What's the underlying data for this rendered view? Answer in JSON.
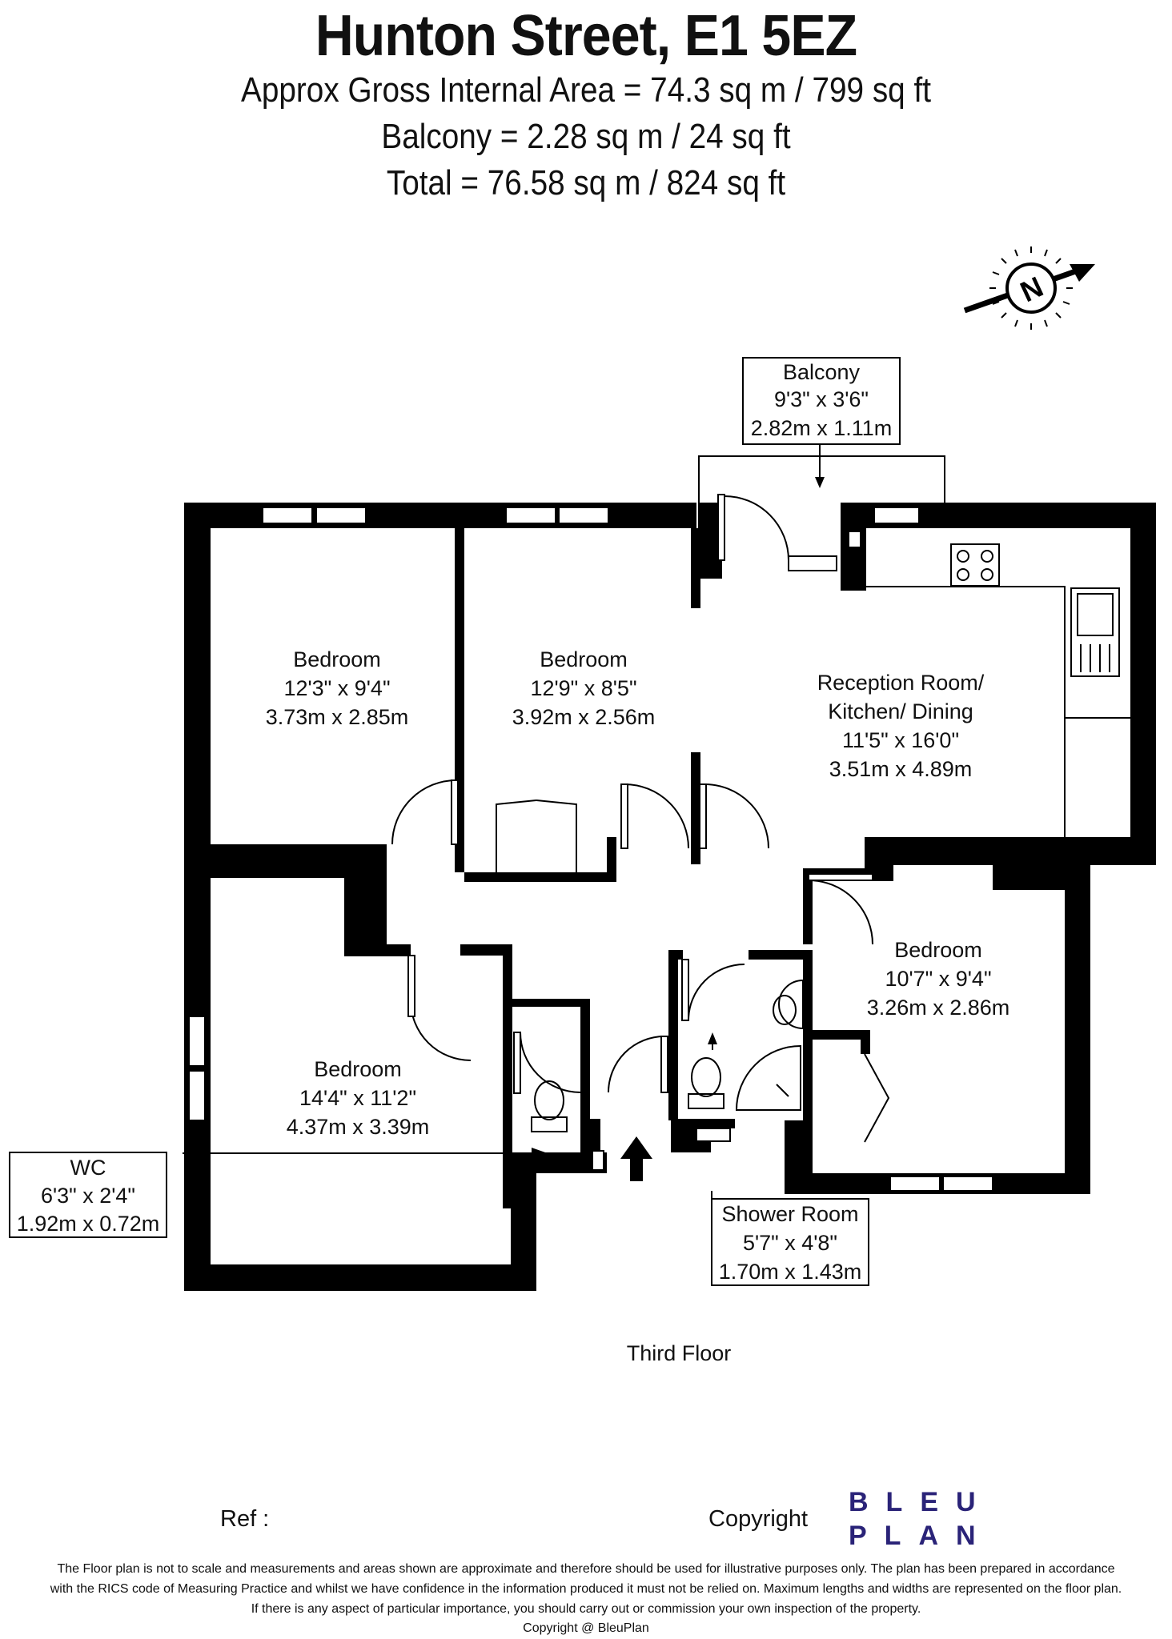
{
  "header": {
    "title": "Hunton Street, E1 5EZ",
    "line1": "Approx Gross Internal Area = 74.3 sq m / 799 sq ft",
    "line2": "Balcony = 2.28 sq m / 24 sq ft",
    "line3": "Total = 76.58 sq m / 824 sq ft"
  },
  "compass": {
    "letter": "N"
  },
  "rooms": {
    "balcony": {
      "name": "Balcony",
      "imperial": "9'3\" x 3'6\"",
      "metric": "2.82m x 1.11m"
    },
    "bedroom1": {
      "name": "Bedroom",
      "imperial": "12'3\" x 9'4\"",
      "metric": "3.73m x 2.85m"
    },
    "bedroom2": {
      "name": "Bedroom",
      "imperial": "12'9\" x 8'5\"",
      "metric": "3.92m x 2.56m"
    },
    "reception": {
      "name1": "Reception Room/",
      "name2": "Kitchen/ Dining",
      "imperial": "11'5\" x 16'0\"",
      "metric": "3.51m x 4.89m"
    },
    "bedroom3": {
      "name": "Bedroom",
      "imperial": "10'7\" x 9'4\"",
      "metric": "3.26m x 2.86m"
    },
    "bedroom4": {
      "name": "Bedroom",
      "imperial": "14'4\" x 11'2\"",
      "metric": "4.37m x 3.39m"
    },
    "wc": {
      "name": "WC",
      "imperial": "6'3\" x 2'4\"",
      "metric": "1.92m x 0.72m"
    },
    "shower": {
      "name": "Shower Room",
      "imperial": "5'7\" x 4'8\"",
      "metric": "1.70m x 1.43m"
    }
  },
  "floor_label": "Third Floor",
  "footer": {
    "ref": "Ref  :",
    "copyright": "Copyright",
    "logo_line1": "BLEU",
    "logo_line2": "PLAN",
    "disclaimer1": "The Floor plan is not to scale and measurements and areas shown are approximate and therefore should be used for illustrative purposes only. The plan has been prepared in accordance",
    "disclaimer2": "with the RICS code of Measuring Practice and whilst we have confidence in the information produced it must not be relied on. Maximum lengths and widths are represented on the floor plan.",
    "disclaimer3": "If there is any aspect of particular importance, you should carry out or commission your own inspection of the property.",
    "credit": "Copyright @ BleuPlan"
  },
  "colors": {
    "wall": "#000000",
    "logo": "#2a2378",
    "background": "#ffffff"
  }
}
